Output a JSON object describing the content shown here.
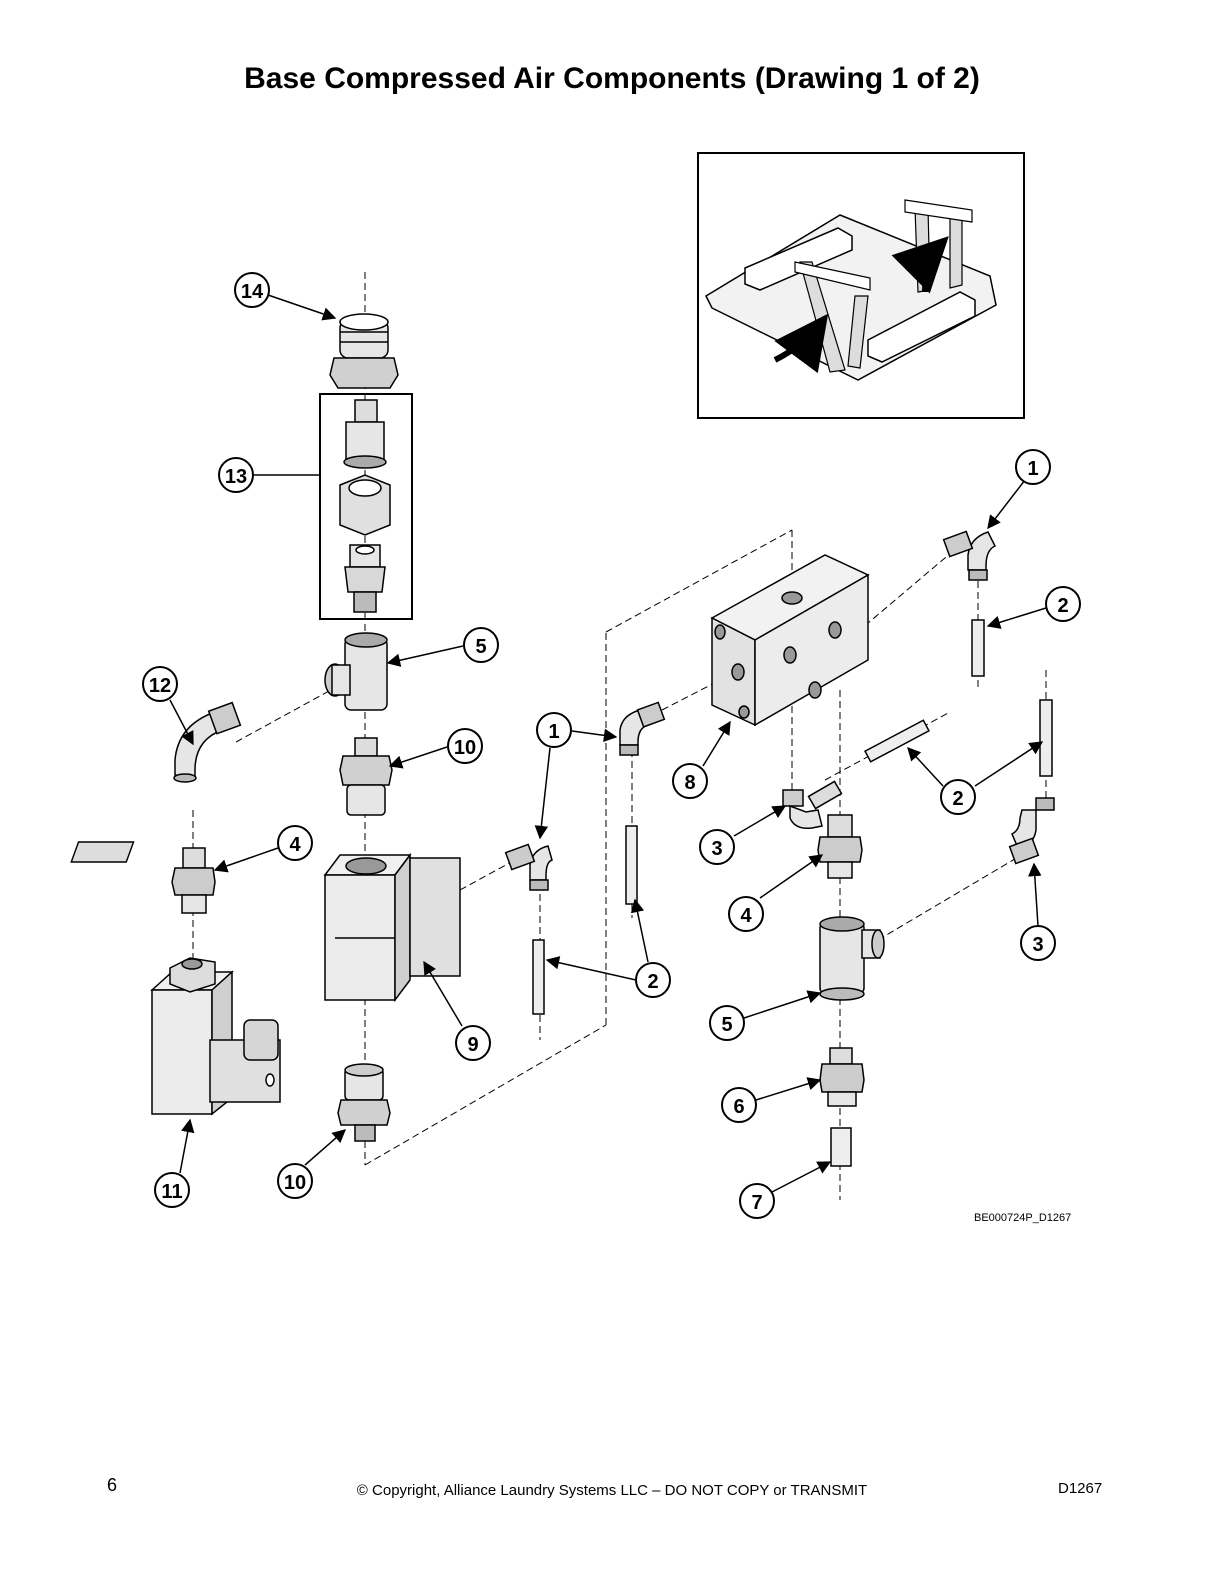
{
  "page": {
    "title": "Base Compressed Air Components (Drawing 1 of 2)",
    "drawing_code": "BE000724P_D1267",
    "page_number": "6",
    "copyright": "© Copyright, Alliance Laundry Systems LLC – DO NOT COPY or TRANSMIT",
    "document_id": "D1267"
  },
  "callouts": [
    {
      "id": "c14",
      "label": "14"
    },
    {
      "id": "c13",
      "label": "13"
    },
    {
      "id": "c5a",
      "label": "5"
    },
    {
      "id": "c12",
      "label": "12"
    },
    {
      "id": "c10a",
      "label": "10"
    },
    {
      "id": "c4a",
      "label": "4"
    },
    {
      "id": "c9",
      "label": "9"
    },
    {
      "id": "c11",
      "label": "11"
    },
    {
      "id": "c10b",
      "label": "10"
    },
    {
      "id": "c1a",
      "label": "1"
    },
    {
      "id": "c2a",
      "label": "2"
    },
    {
      "id": "c8",
      "label": "8"
    },
    {
      "id": "c3a",
      "label": "3"
    },
    {
      "id": "c4b",
      "label": "4"
    },
    {
      "id": "c5b",
      "label": "5"
    },
    {
      "id": "c6",
      "label": "6"
    },
    {
      "id": "c7",
      "label": "7"
    },
    {
      "id": "c1b",
      "label": "1"
    },
    {
      "id": "c2b",
      "label": "2"
    },
    {
      "id": "c2c",
      "label": "2"
    },
    {
      "id": "c3b",
      "label": "3"
    }
  ]
}
